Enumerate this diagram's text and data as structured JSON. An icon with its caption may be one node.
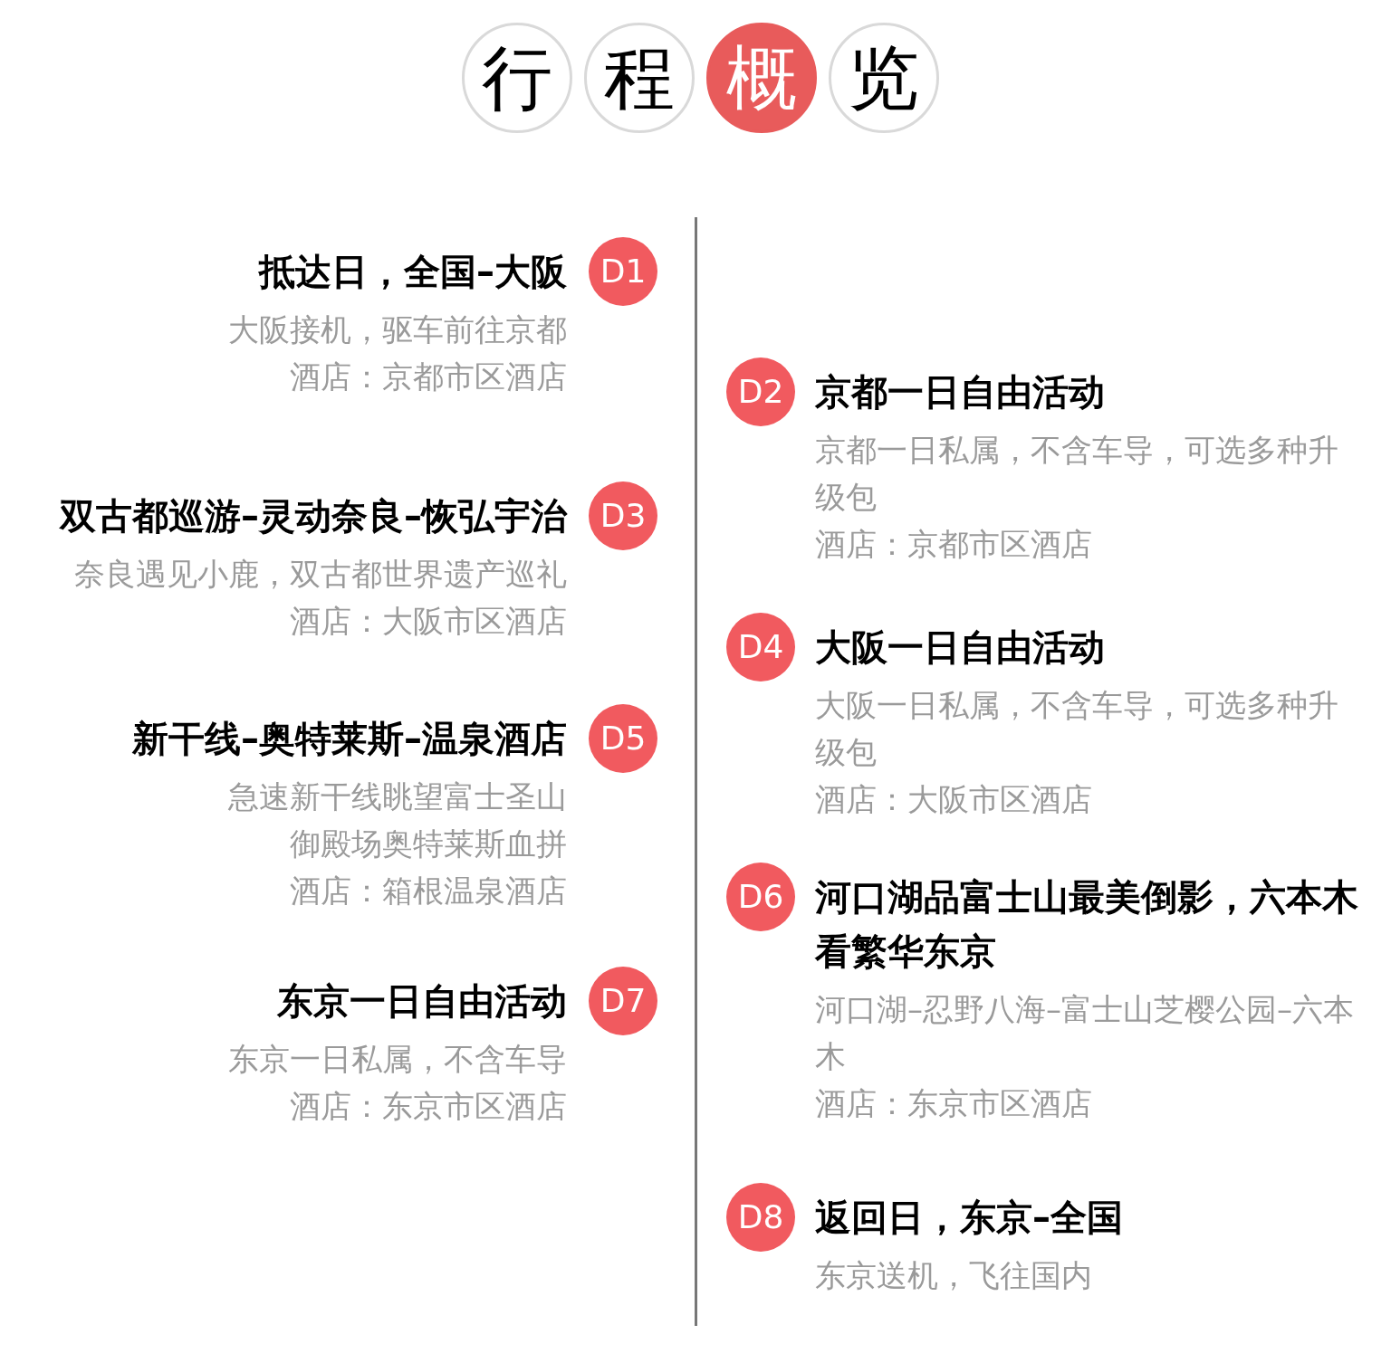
{
  "diagram": {
    "nodes": [
      {
        "text": [
          "行"
        ]
      },
      {
        "text": [
          "程"
        ]
      },
      {
        "text": [
          "概"
        ]
      },
      {
        "text": [
          "览"
        ]
      },
      {
        "text": [
          "D1"
        ],
        "beside": [
          "抵达日，全国–大阪",
          "大阪接机，驱车前往京都",
          "酒店：京都市区酒店"
        ]
      },
      {
        "text": [
          "D2"
        ],
        "beside": [
          "京都一日自由活动",
          "京都一日私属，不含车导，可选多种升级包",
          "酒店：京都市区酒店"
        ]
      },
      {
        "text": [
          "D3"
        ],
        "beside": [
          "双古都巡游–灵动奈良–恢弘宇治",
          "奈良遇见小鹿，双古都世界遗产巡礼",
          "酒店：大阪市区酒店"
        ]
      },
      {
        "text": [
          "D4"
        ],
        "beside": [
          "大阪一日自由活动",
          "大阪一日私属，不含车导，可选多种升级包",
          "酒店：大阪市区酒店"
        ]
      },
      {
        "text": [
          "D5"
        ],
        "beside": [
          "新干线–奥特莱斯–温泉酒店",
          "急速新干线眺望富士圣山",
          "御殿场奥特莱斯血拼",
          "酒店：箱根温泉酒店"
        ]
      },
      {
        "text": [
          "D6"
        ],
        "beside": [
          "河口湖品富士山最美倒影，六本木看繁华东京",
          "河口湖–忍野八海–富士山芝樱公园–六本木",
          "酒店：东京市区酒店"
        ]
      },
      {
        "text": [
          "D7"
        ],
        "beside": [
          "东京一日自由活动",
          "东京一日私属，不含车导",
          "酒店：东京市区酒店"
        ]
      },
      {
        "text": [
          "D8"
        ],
        "beside": [
          "返回日，东京–全国",
          "东京送机，飞往国内"
        ]
      }
    ]
  }
}
